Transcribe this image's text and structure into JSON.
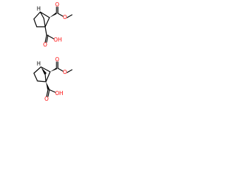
{
  "molecules": [
    {
      "name": "molecule-top",
      "labels": {
        "h_stereo": "H",
        "ester_carbonyl_o": "O",
        "ester_o": "O",
        "acid_carbonyl_o": "O",
        "acid_oh": "OH"
      }
    },
    {
      "name": "molecule-bottom",
      "labels": {
        "h_stereo": "H",
        "ester_carbonyl_o": "O",
        "ester_o": "O",
        "acid_carbonyl_o": "O",
        "acid_oh": "OH"
      }
    }
  ],
  "colors": {
    "bond": "#000000",
    "oxygen": "#ff0000"
  }
}
